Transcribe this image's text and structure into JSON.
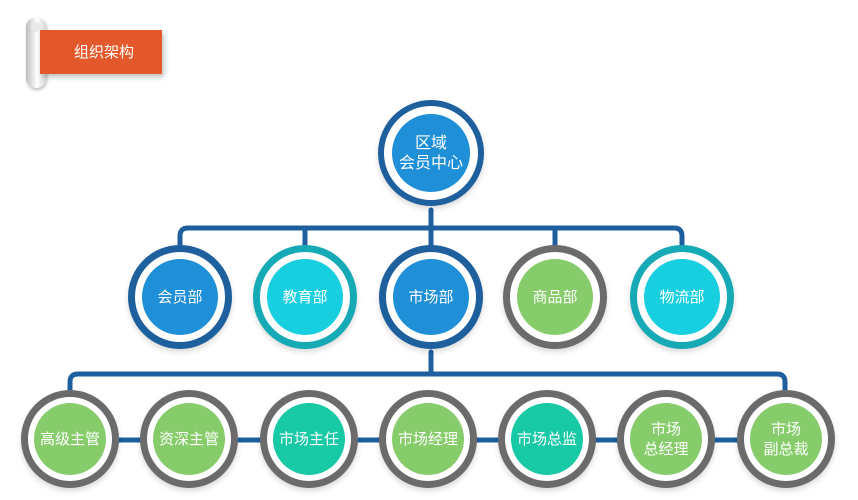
{
  "banner": {
    "title": "组织架构"
  },
  "root": {
    "line1": "区域",
    "line2": "会员中心"
  },
  "departments": [
    {
      "label": "会员部",
      "fill": "#1f8fd8",
      "ring": "#1e5f9e"
    },
    {
      "label": "教育部",
      "fill": "#18cfe0",
      "ring": "#16a9b6"
    },
    {
      "label": "市场部",
      "fill": "#1f8fd8",
      "ring": "#1e5f9e"
    },
    {
      "label": "商品部",
      "fill": "#86cc6a",
      "ring": "#6b6b6b"
    },
    {
      "label": "物流部",
      "fill": "#18cfe0",
      "ring": "#16a9b6"
    }
  ],
  "positions": [
    {
      "line1": "高级主管",
      "line2": "",
      "fill": "#86cc6a"
    },
    {
      "line1": "资深主管",
      "line2": "",
      "fill": "#86cc6a"
    },
    {
      "line1": "市场主任",
      "line2": "",
      "fill": "#18c9a6"
    },
    {
      "line1": "市场经理",
      "line2": "",
      "fill": "#86cc6a"
    },
    {
      "line1": "市场总监",
      "line2": "",
      "fill": "#18c9a6"
    },
    {
      "line1": "市场",
      "line2": "总经理",
      "fill": "#86cc6a"
    },
    {
      "line1": "市场",
      "line2": "副总裁",
      "fill": "#86cc6a"
    }
  ],
  "colors": {
    "connector": "#1e5f9e",
    "banner": "#e3592b"
  }
}
